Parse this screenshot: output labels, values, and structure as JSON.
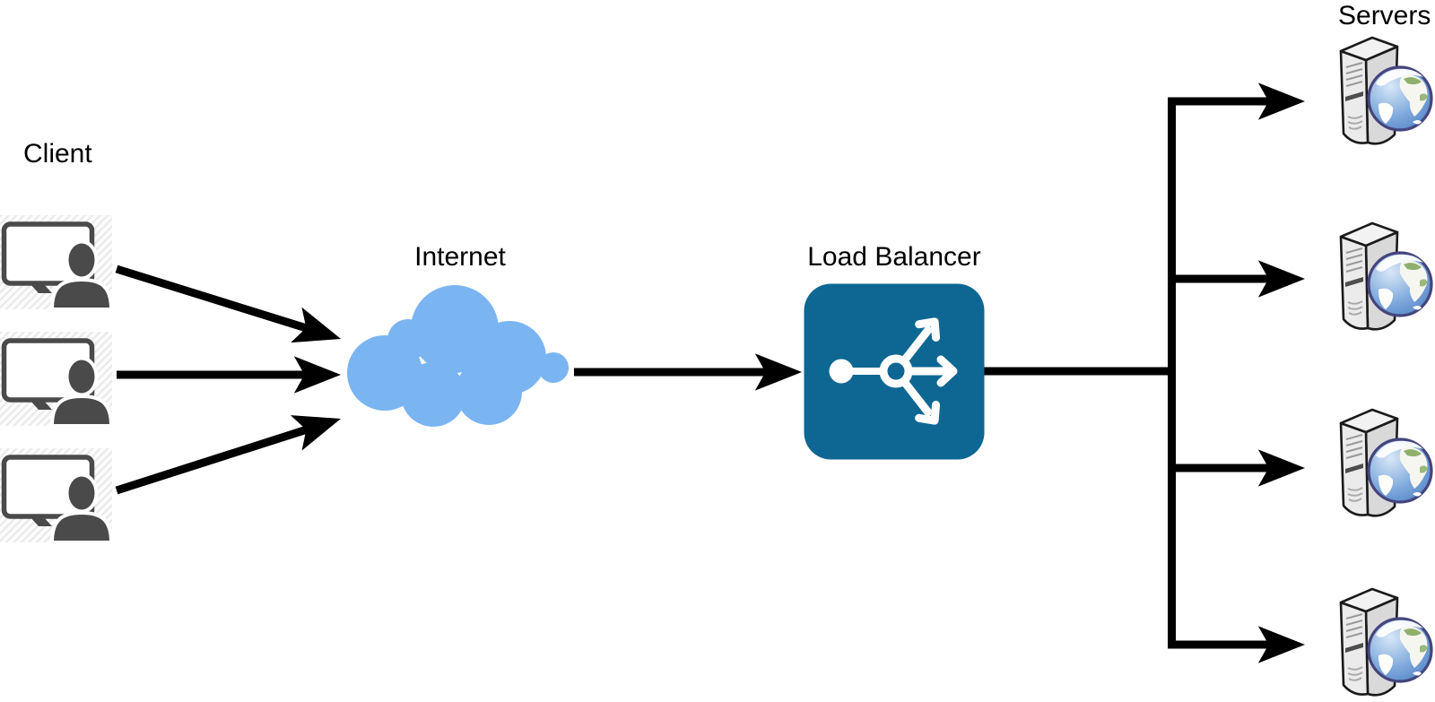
{
  "diagram": {
    "type": "load-balancing-network-diagram",
    "labels": {
      "client": "Client",
      "internet": "Internet",
      "load_balancer": "Load Balancer",
      "servers": "Servers"
    },
    "counts": {
      "clients": 3,
      "servers": 4
    },
    "colors": {
      "background": "#ffffff",
      "cloud": "#7ab5f2",
      "load_balancer_box": "#0e6792",
      "load_balancer_glyph": "#ffffff",
      "connector": "#000000",
      "text": "#000000",
      "client_icon": "#4a4a4a",
      "globe_ring": "#45457d"
    },
    "icons": {
      "client": "monitor-user-icon",
      "internet": "cloud-icon",
      "load_balancer": "traffic-distribution-icon",
      "server": "tower-server-globe-icon"
    },
    "connections": [
      {
        "from": "client-1",
        "to": "internet"
      },
      {
        "from": "client-2",
        "to": "internet"
      },
      {
        "from": "client-3",
        "to": "internet"
      },
      {
        "from": "internet",
        "to": "load-balancer"
      },
      {
        "from": "load-balancer",
        "to": "server-1"
      },
      {
        "from": "load-balancer",
        "to": "server-2"
      },
      {
        "from": "load-balancer",
        "to": "server-3"
      },
      {
        "from": "load-balancer",
        "to": "server-4"
      }
    ]
  }
}
